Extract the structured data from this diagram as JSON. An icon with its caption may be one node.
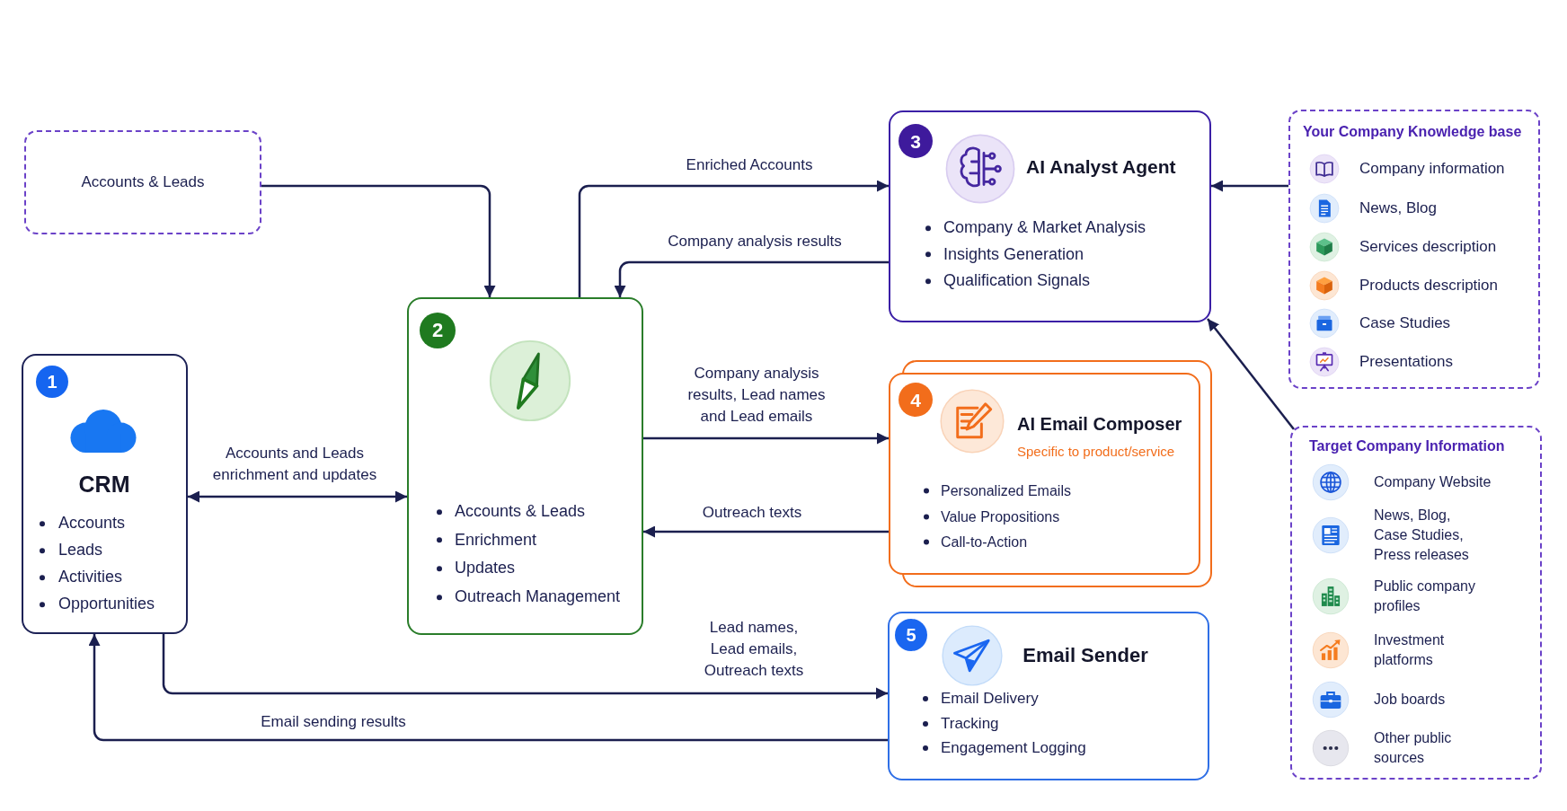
{
  "diagram": {
    "nodes": [
      {
        "text": [
          "Accounts & Leads"
        ]
      },
      {
        "text": [
          "1",
          "CRM",
          "Accounts",
          "Leads",
          "Activities",
          "Opportunities"
        ]
      },
      {
        "text": [
          "2",
          "Accounts & Leads",
          "Enrichment",
          "Updates",
          "Outreach Management"
        ]
      },
      {
        "text": [
          "3",
          "AI Analyst Agent",
          "Company & Market Analysis",
          "Insights Generation",
          "Qualification Signals"
        ]
      },
      {
        "text": [
          "4",
          "AI Email Composer",
          "Specific to product/service",
          "Personalized Emails",
          "Value Propositions",
          "Call-to-Action"
        ]
      },
      {
        "text": [
          "5",
          "Email Sender",
          "Email Delivery",
          "Tracking",
          "Engagement Logging"
        ]
      },
      {
        "text": [
          "Your Company Knowledge base",
          "Company information",
          "News, Blog",
          "Services description",
          "Products description",
          "Case Studies",
          "Presentations"
        ]
      },
      {
        "text": [
          "Target Company Information",
          "Company Website",
          "News, Blog, Case Studies, Press releases",
          "Public company profiles",
          "Investment platforms",
          "Job boards",
          "Other public sources"
        ]
      }
    ],
    "edges": [
      {
        "from": 0,
        "to": 2,
        "arrow": "to"
      },
      {
        "from": 2,
        "to": 3,
        "arrow": "to",
        "label": "Enriched Accounts"
      },
      {
        "from": 3,
        "to": 2,
        "arrow": "to",
        "label": "Company analysis results"
      },
      {
        "from": 2,
        "to": 4,
        "arrow": "to",
        "label": "Company analysis results, Lead names and Lead emails"
      },
      {
        "from": 4,
        "to": 2,
        "arrow": "to",
        "label": "Outreach texts"
      },
      {
        "from": 1,
        "to": 2,
        "arrow": "both",
        "label": "Accounts and Leads enrichment and updates"
      },
      {
        "from": 1,
        "to": 5,
        "arrow": "to",
        "label": "Lead names, Lead emails, Outreach texts"
      },
      {
        "from": 5,
        "to": 1,
        "arrow": "to",
        "label": "Email sending results"
      },
      {
        "from": 6,
        "to": 3,
        "arrow": "to"
      },
      {
        "from": 7,
        "to": 3,
        "arrow": "to"
      }
    ]
  }
}
